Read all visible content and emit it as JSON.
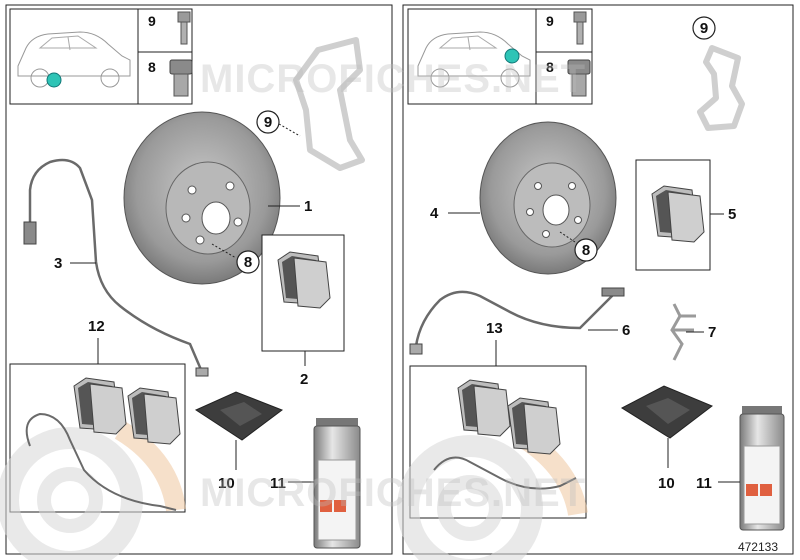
{
  "diagram_id": "472133",
  "watermark": "MICROFICHES.NET",
  "left_panel": {
    "header_labels": [
      "9",
      "8"
    ],
    "callouts": [
      "1",
      "2",
      "3",
      "8",
      "9",
      "10",
      "11",
      "12"
    ]
  },
  "right_panel": {
    "header_labels": [
      "9",
      "8"
    ],
    "callouts": [
      "4",
      "5",
      "6",
      "7",
      "8",
      "9",
      "10",
      "11",
      "13"
    ]
  },
  "colors": {
    "accent_marker": "#2ec4b6",
    "disc": "#8a8a8a",
    "pad": "#555555",
    "frame": "#222222",
    "kit_tint": "#f0c8a0"
  },
  "icons": [
    "car-silhouette-icon",
    "bolt-icon",
    "plug-screw-icon",
    "caliper-carrier-icon",
    "brake-disc-icon",
    "brake-pad-icon",
    "wear-sensor-icon",
    "spring-clip-icon",
    "grease-packet-icon",
    "spray-can-icon"
  ]
}
